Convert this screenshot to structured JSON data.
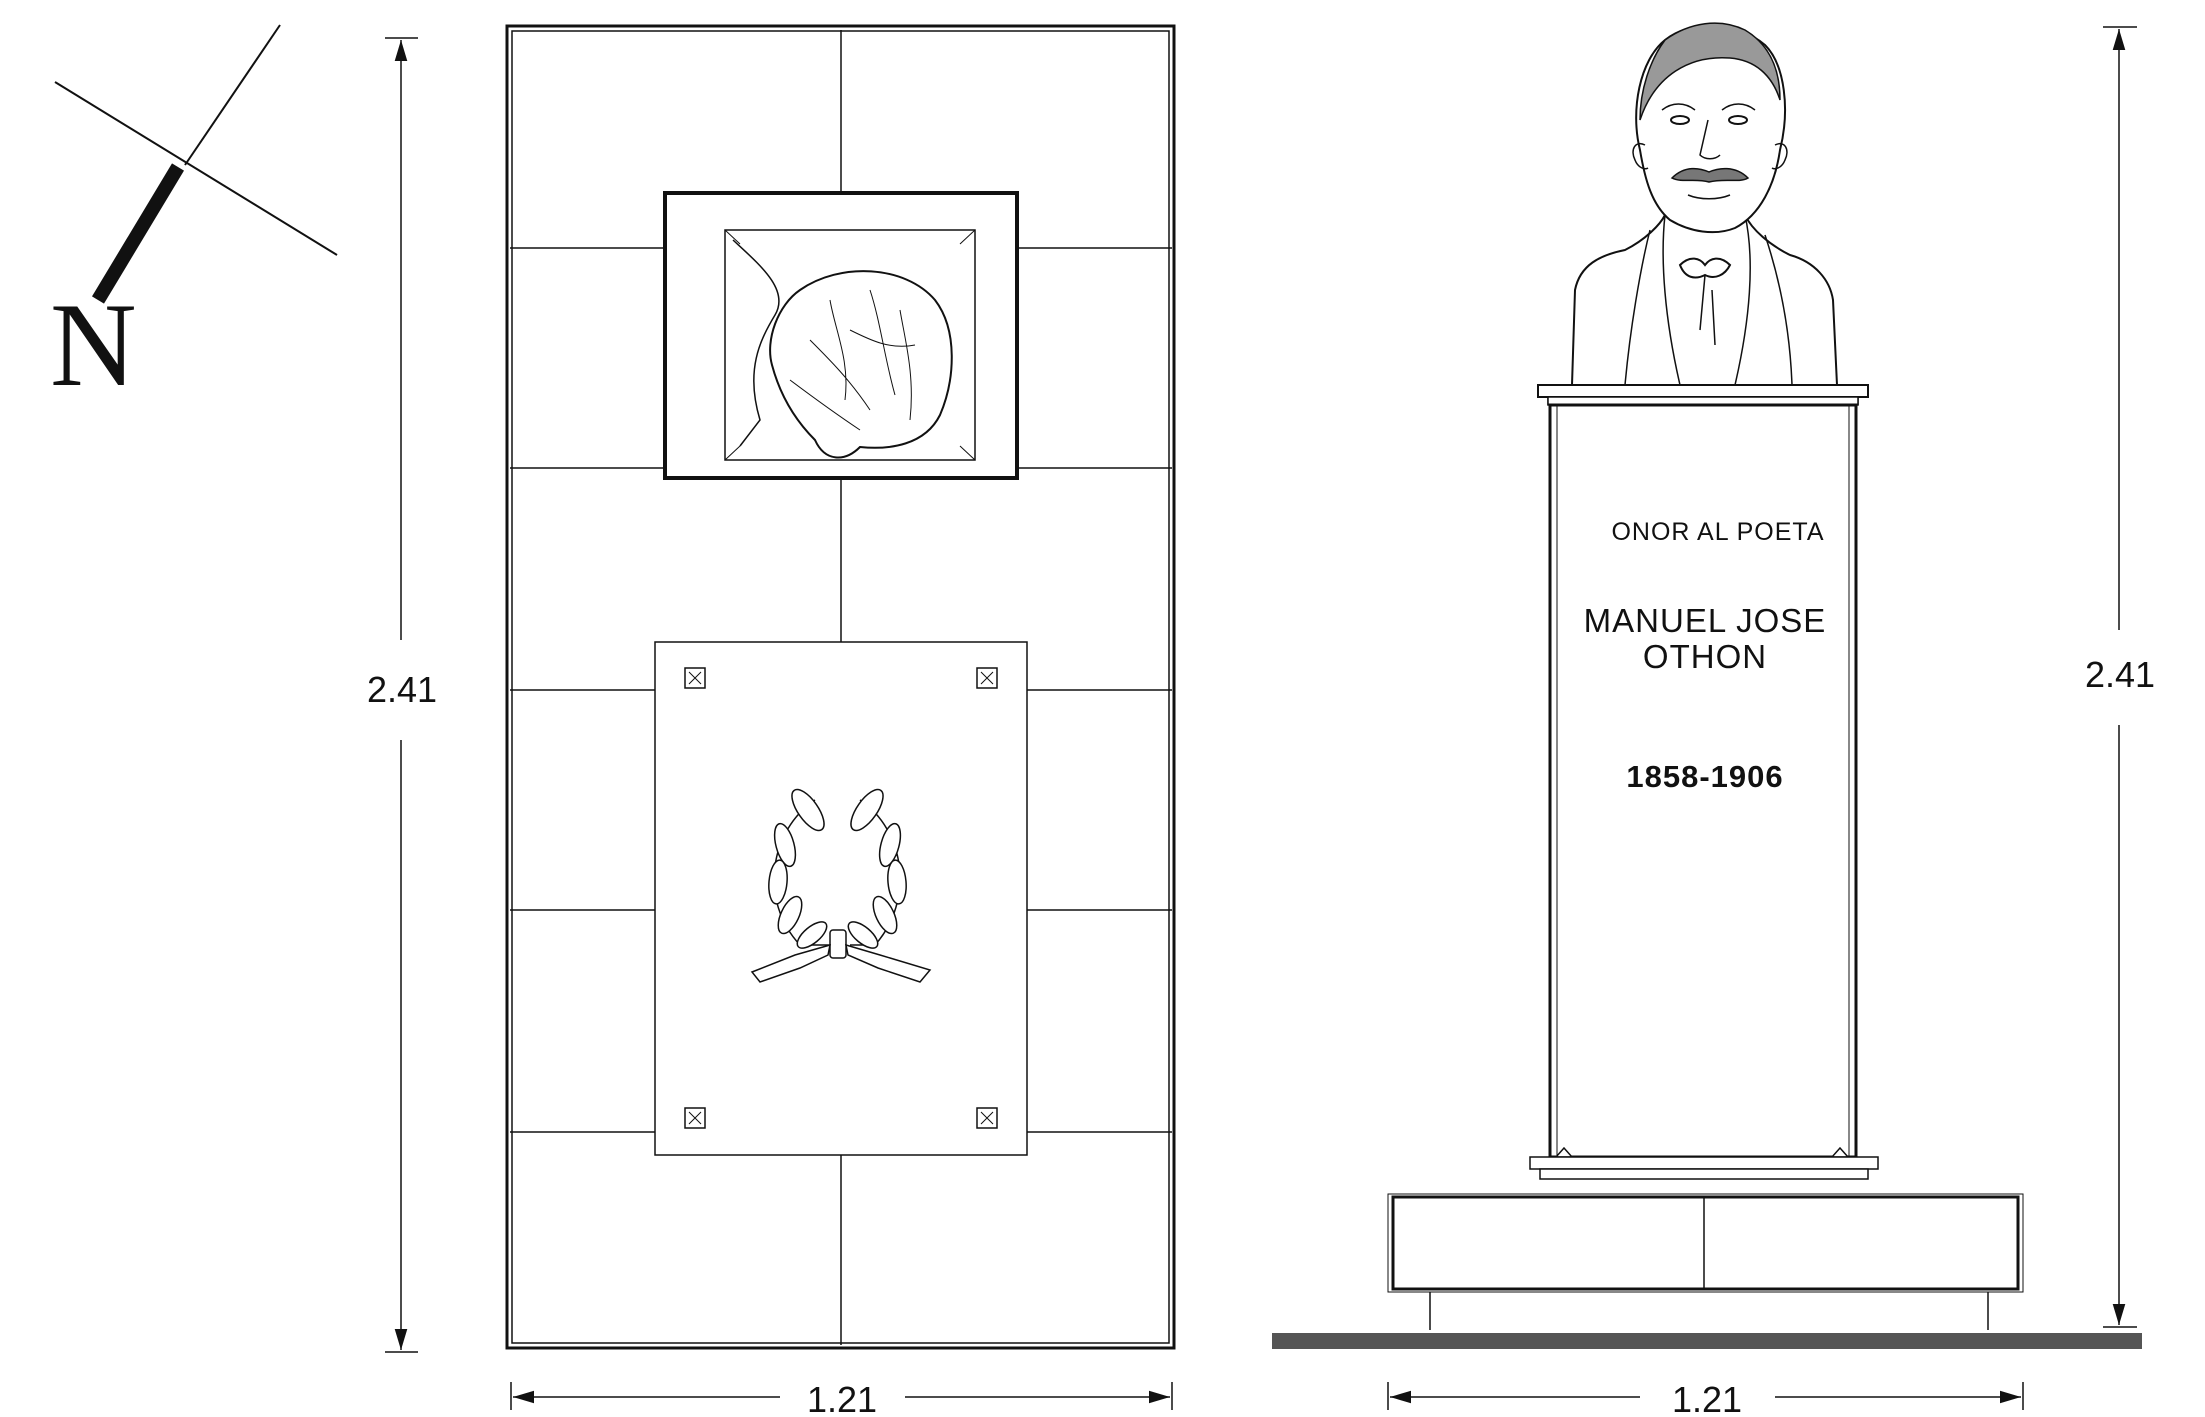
{
  "north": {
    "label": "N"
  },
  "left_elevation": {
    "height_label": "2.41",
    "width_label": "1.21"
  },
  "right_elevation": {
    "height_label": "2.41",
    "width_label": "1.21",
    "plaque": {
      "line1": "ONOR AL POETA",
      "name_line1": "MANUEL JOSE",
      "name_line2": "OTHON",
      "dates": "1858-1906"
    }
  },
  "colors": {
    "ink": "#111111",
    "ground": "#555555",
    "background": "#ffffff"
  }
}
